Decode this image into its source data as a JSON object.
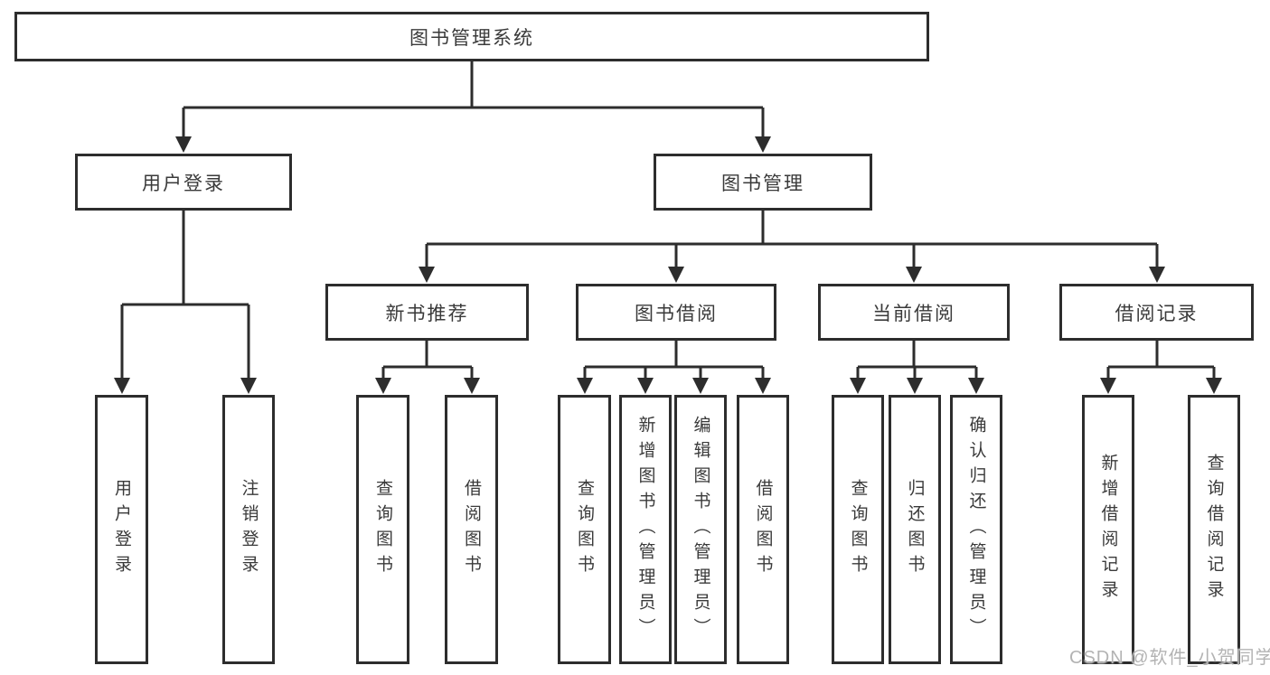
{
  "colors": {
    "line": "#2d2d2d",
    "text": "#3a3a3a",
    "background": "#ffffff",
    "watermark": "#b3b3b3"
  },
  "watermark": {
    "text": "CSDN @软件_小贺同学"
  },
  "tree": {
    "label": "图书管理系统",
    "children": [
      {
        "label": "用户登录",
        "children": [
          {
            "label": "用户登录"
          },
          {
            "label": "注销登录"
          }
        ]
      },
      {
        "label": "图书管理",
        "children": [
          {
            "label": "新书推荐",
            "children": [
              {
                "label": "查询图书"
              },
              {
                "label": "借阅图书"
              }
            ]
          },
          {
            "label": "图书借阅",
            "children": [
              {
                "label": "查询图书"
              },
              {
                "label": "新增图书（管理员）"
              },
              {
                "label": "编辑图书（管理员）"
              },
              {
                "label": "借阅图书"
              }
            ]
          },
          {
            "label": "当前借阅",
            "children": [
              {
                "label": "查询图书"
              },
              {
                "label": "归还图书"
              },
              {
                "label": "确认归还（管理员）"
              }
            ]
          },
          {
            "label": "借阅记录",
            "children": [
              {
                "label": "新增借阅记录"
              },
              {
                "label": "查询借阅记录"
              }
            ]
          }
        ]
      }
    ]
  }
}
